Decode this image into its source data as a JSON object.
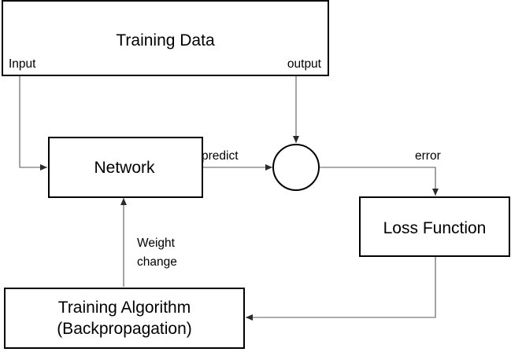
{
  "nodes": {
    "training_data": "Training Data",
    "network": "Network",
    "loss_function": "Loss Function",
    "training_algorithm_line1": "Training Algorithm",
    "training_algorithm_line2": "(Backpropagation)"
  },
  "edge_labels": {
    "input": "Input",
    "output": "output",
    "predict": "predict",
    "error": "error",
    "weight_change_line1": "Weight",
    "weight_change_line2": "change"
  },
  "colors": {
    "box_stroke": "#000000",
    "connector": "#5a5a5a",
    "text": "#000000"
  }
}
